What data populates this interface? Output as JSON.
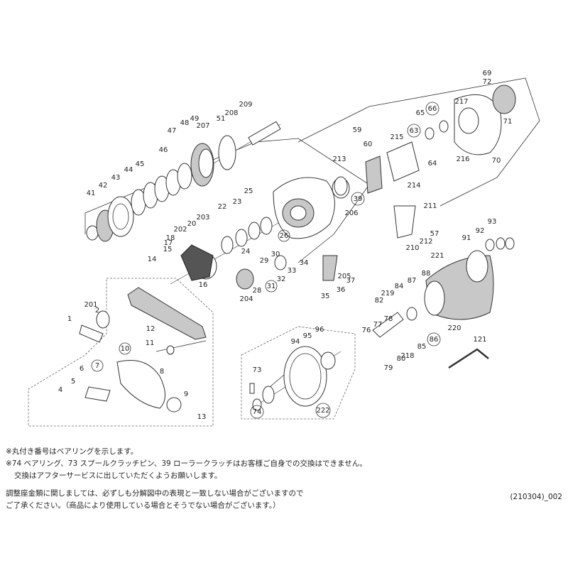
{
  "diagram": {
    "labels": [
      "1",
      "2",
      "4",
      "5",
      "6",
      "7",
      "8",
      "9",
      "10",
      "11",
      "12",
      "13",
      "14",
      "15",
      "16",
      "17",
      "18",
      "20",
      "22",
      "23",
      "24",
      "25",
      "26",
      "28",
      "29",
      "30",
      "31",
      "32",
      "33",
      "34",
      "35",
      "36",
      "37",
      "39",
      "41",
      "42",
      "43",
      "44",
      "45",
      "46",
      "47",
      "48",
      "49",
      "51",
      "57",
      "59",
      "60",
      "63",
      "64",
      "65",
      "66",
      "69",
      "70",
      "71",
      "72",
      "73",
      "74",
      "76",
      "77",
      "78",
      "79",
      "80",
      "82",
      "84",
      "85",
      "86",
      "87",
      "88",
      "91",
      "92",
      "93",
      "94",
      "95",
      "96",
      "121",
      "201",
      "202",
      "203",
      "204",
      "205",
      "206",
      "207",
      "208",
      "209",
      "210",
      "211",
      "212",
      "213",
      "214",
      "215",
      "216",
      "217",
      "218",
      "219",
      "220",
      "221",
      "222"
    ],
    "circled_labels": [
      "7",
      "10",
      "26",
      "31",
      "39",
      "63",
      "66",
      "74",
      "86",
      "222"
    ]
  },
  "notes": {
    "line1": "※丸付き番号はベアリングを示します。",
    "line2": "※74 ベアリング、73 スプールクラッチピン、39 ローラークラッチはお客様ご自身での交換はできません。",
    "line3": "交換はアフターサービスに出していただくようお願いします。",
    "line4": "調整座金類に関しましては、必ずしも分解図中の表現と一致しない場合がございますので",
    "line5": "ご了承ください。（商品により使用している場合とそうでない場合がございます。）"
  },
  "reference_code": "(210304)_002"
}
